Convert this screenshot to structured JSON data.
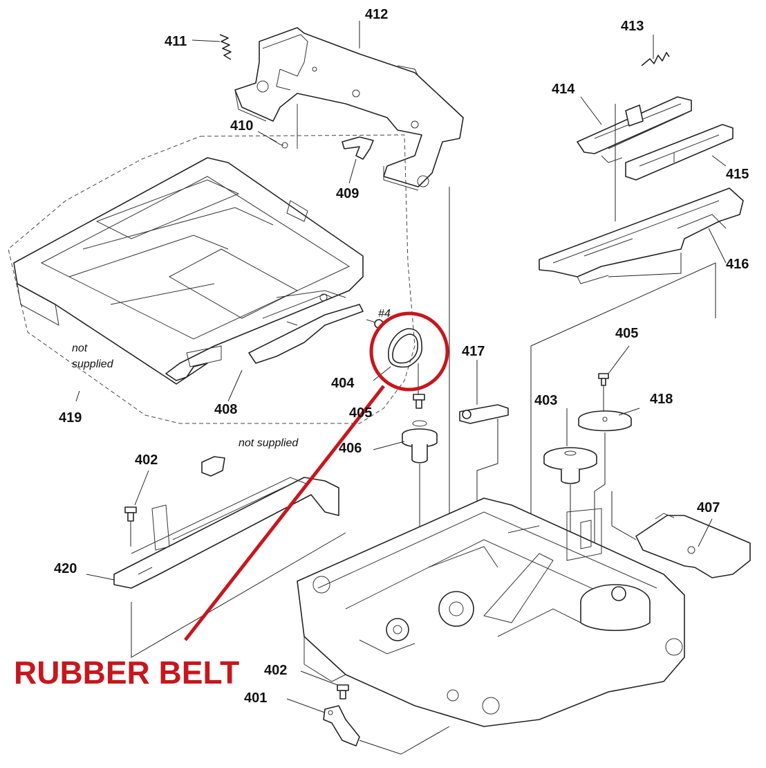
{
  "diagram": {
    "parts": [
      {
        "id": "411",
        "label": "411"
      },
      {
        "id": "412",
        "label": "412"
      },
      {
        "id": "413",
        "label": "413"
      },
      {
        "id": "414",
        "label": "414"
      },
      {
        "id": "415",
        "label": "415"
      },
      {
        "id": "416",
        "label": "416"
      },
      {
        "id": "410",
        "label": "410"
      },
      {
        "id": "409",
        "label": "409"
      },
      {
        "id": "419",
        "label": "419"
      },
      {
        "id": "408",
        "label": "408"
      },
      {
        "id": "404",
        "label": "404"
      },
      {
        "id": "405a",
        "label": "405"
      },
      {
        "id": "405b",
        "label": "405"
      },
      {
        "id": "406",
        "label": "406"
      },
      {
        "id": "417",
        "label": "417"
      },
      {
        "id": "403",
        "label": "403"
      },
      {
        "id": "418",
        "label": "418"
      },
      {
        "id": "402a",
        "label": "402"
      },
      {
        "id": "402b",
        "label": "402"
      },
      {
        "id": "420",
        "label": "420"
      },
      {
        "id": "407",
        "label": "407"
      },
      {
        "id": "401",
        "label": "401"
      }
    ],
    "screw_label": "#4",
    "not_supplied_1": "not supplied",
    "not_supplied_2a": "not",
    "not_supplied_2b": "supplied",
    "callout_text": "RUBBER BELT",
    "callout_color": "#c8161d"
  }
}
